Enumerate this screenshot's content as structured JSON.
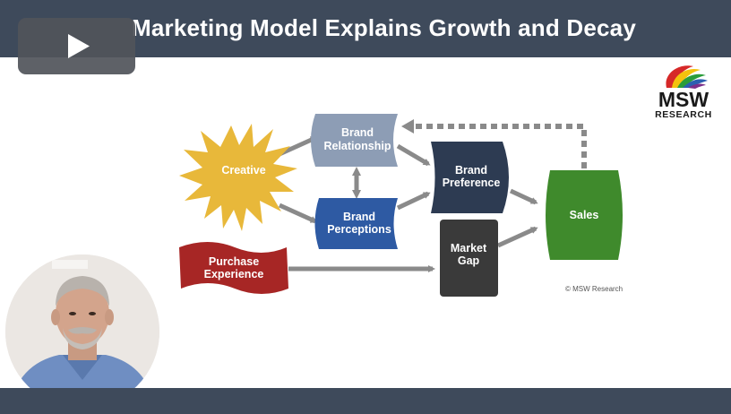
{
  "header": {
    "title": "Marketing Model Explains Growth and Decay"
  },
  "player": {
    "play_icon": "play-icon"
  },
  "logo": {
    "name": "MSW",
    "subtitle": "RESEARCH",
    "colors": [
      "#d62828",
      "#f4c20d",
      "#2a9d3a",
      "#2b5fb0",
      "#7a2f8a"
    ]
  },
  "diagram": {
    "nodes": {
      "creative": "Creative",
      "brand_relationship_1": "Brand",
      "brand_relationship_2": "Relationship",
      "brand_perceptions_1": "Brand",
      "brand_perceptions_2": "Perceptions",
      "brand_preference_1": "Brand",
      "brand_preference_2": "Preference",
      "sales": "Sales",
      "market_gap_1": "Market",
      "market_gap_2": "Gap",
      "purchase_experience_1": "Purchase",
      "purchase_experience_2": "Experience"
    },
    "colors": {
      "creative": "#e8b83a",
      "brand_relationship": "#8d9db5",
      "brand_perceptions": "#2e5aa3",
      "brand_preference": "#2d3b52",
      "sales": "#3f8a2c",
      "market_gap": "#3a3a3a",
      "purchase_experience": "#a72625",
      "arrow": "#8a8a8a"
    },
    "copyright": "© MSW Research"
  },
  "presenter": {
    "icon": "presenter-webcam"
  }
}
